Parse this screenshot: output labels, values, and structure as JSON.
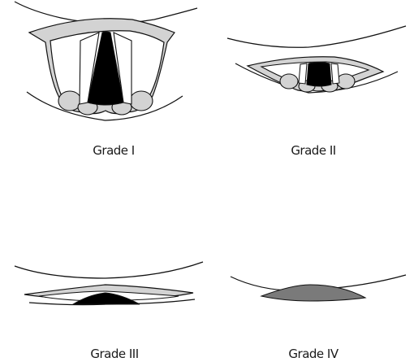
{
  "grades": [
    {
      "label": "Grade I"
    },
    {
      "label": "Grade II"
    },
    {
      "label": "Grade III"
    },
    {
      "label": "Grade IV"
    }
  ],
  "colors": {
    "outline": "#111111",
    "soft_tissue": "#d3d3d3",
    "dark_tissue": "#7a7a7a",
    "opening": "#000000",
    "cord": "#ffffff"
  }
}
